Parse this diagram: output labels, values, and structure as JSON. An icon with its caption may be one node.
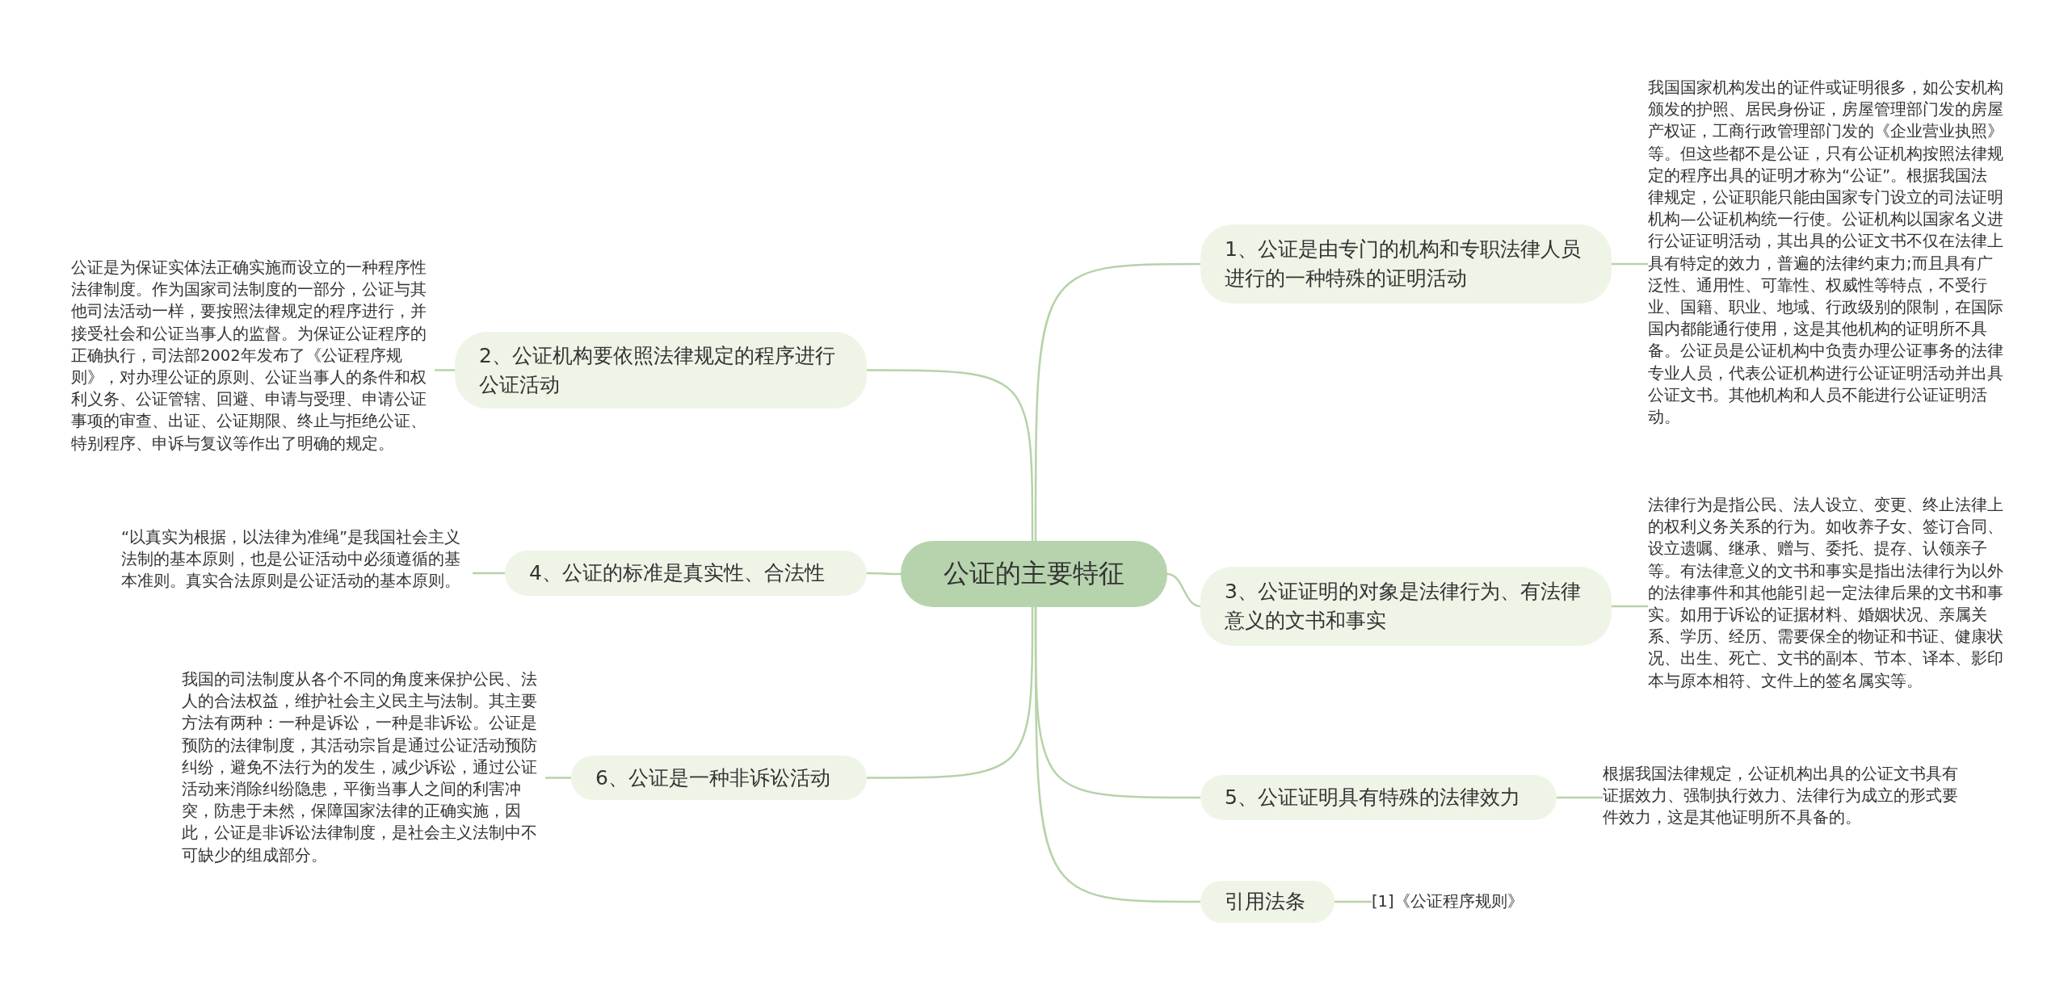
{
  "diagram": {
    "nodes": [
      {
        "text": [
          "公证的主要特征"
        ]
      },
      {
        "text": [
          "1、公证是由专门的机构和专职法律人员进行的一种特殊的证明活动"
        ]
      },
      {
        "text": [
          "我国国家机构发出的证件或证明很多，如公安机构颁发的护照、居民身份证，房屋管理部门发的房屋产权证，工商行政管理部门发的《企业营业执照》等。但这些都不是公证，只有公证机构按照法律规定的程序出具的证明才称为“公证”。根据我国法律规定，公证职能只能由国家专门设立的司法证明机构—公证机构统一行使。公证机构以国家名义进行公证证明活动，其出具的公证文书不仅在法律上具有特定的效力，普遍的法律约束力;而且具有广泛性、通用性、可靠性、权威性等特点，不受行业、国籍、职业、地域、行政级别的限制，在国际国内都能通行使用，这是其他机构的证明所不具备。公证员是公证机构中负责办理公证事务的法律专业人员，代表公证机构进行公证证明活动并出具公证文书。其他机构和人员不能进行公证证明活动。"
        ]
      },
      {
        "text": [
          "2、公证机构要依照法律规定的程序进行公证活动"
        ]
      },
      {
        "text": [
          "公证是为保证实体法正确实施而设立的一种程序性法律制度。作为国家司法制度的一部分，公证与其他司法活动一样，要按照法律规定的程序进行，并接受社会和公证当事人的监督。为保证公证程序的正确执行，司法部2002年发布了《公证程序规则》，对办理公证的原则、公证当事人的条件和权利义务、公证管辖、回避、申请与受理、申请公证事项的审查、出证、公证期限、终止与拒绝公证、特别程序、申诉与复议等作出了明确的规定。"
        ]
      },
      {
        "text": [
          "3、公证证明的对象是法律行为、有法律意义的文书和事实"
        ]
      },
      {
        "text": [
          "法律行为是指公民、法人设立、变更、终止法律上的权利义务关系的行为。如收养子女、签订合同、设立遗嘱、继承、赠与、委托、提存、认领亲子等。有法律意义的文书和事实是指出法律行为以外的法律事件和其他能引起一定法律后果的文书和事实。如用于诉讼的证据材料、婚姻状况、亲属关系、学历、经历、需要保全的物证和书证、健康状况、出生、死亡、文书的副本、节本、译本、影印本与原本相符、文件上的签名属实等。"
        ]
      },
      {
        "text": [
          "4、公证的标准是真实性、合法性"
        ]
      },
      {
        "text": [
          "“以真实为根据，以法律为准绳”是我国社会主义法制的基本原则，也是公证活动中必须遵循的基本准则。真实合法原则是公证活动的基本原则。"
        ]
      },
      {
        "text": [
          "5、公证证明具有特殊的法律效力"
        ]
      },
      {
        "text": [
          "根据我国法律规定，公证机构出具的公证文书具有证据效力、强制执行效力、法律行为成立的形式要件效力，这是其他证明所不具备的。"
        ]
      },
      {
        "text": [
          "6、公证是一种非诉讼活动"
        ]
      },
      {
        "text": [
          "我国的司法制度从各个不同的角度来保护公民、法人的合法权益，维护社会主义民主与法制。其主要方法有两种：一种是诉讼，一种是非诉讼。公证是预防的法律制度，其活动宗旨是通过公证活动预防纠纷，避免不法行为的发生，减少诉讼，通过公证活动来消除纠纷隐患，平衡当事人之间的利害冲突，防患于未然，保障国家法律的正确实施，因此，公证是非诉讼法律制度，是社会主义法制中不可缺少的组成部分。"
        ]
      },
      {
        "text": [
          "引用法条"
        ]
      },
      {
        "text": [
          "[1]《公证程序规则》"
        ]
      }
    ],
    "edges": [
      {
        "from": 0,
        "to": 1,
        "arrow": "none"
      },
      {
        "from": 1,
        "to": 2,
        "arrow": "none"
      },
      {
        "from": 0,
        "to": 3,
        "arrow": "none"
      },
      {
        "from": 3,
        "to": 4,
        "arrow": "none"
      },
      {
        "from": 0,
        "to": 5,
        "arrow": "none"
      },
      {
        "from": 5,
        "to": 6,
        "arrow": "none"
      },
      {
        "from": 0,
        "to": 7,
        "arrow": "none"
      },
      {
        "from": 7,
        "to": 8,
        "arrow": "none"
      },
      {
        "from": 0,
        "to": 9,
        "arrow": "none"
      },
      {
        "from": 9,
        "to": 10,
        "arrow": "none"
      },
      {
        "from": 0,
        "to": 11,
        "arrow": "none"
      },
      {
        "from": 11,
        "to": 12,
        "arrow": "none"
      },
      {
        "from": 0,
        "to": 13,
        "arrow": "none"
      },
      {
        "from": 13,
        "to": 14,
        "arrow": "none"
      }
    ]
  }
}
